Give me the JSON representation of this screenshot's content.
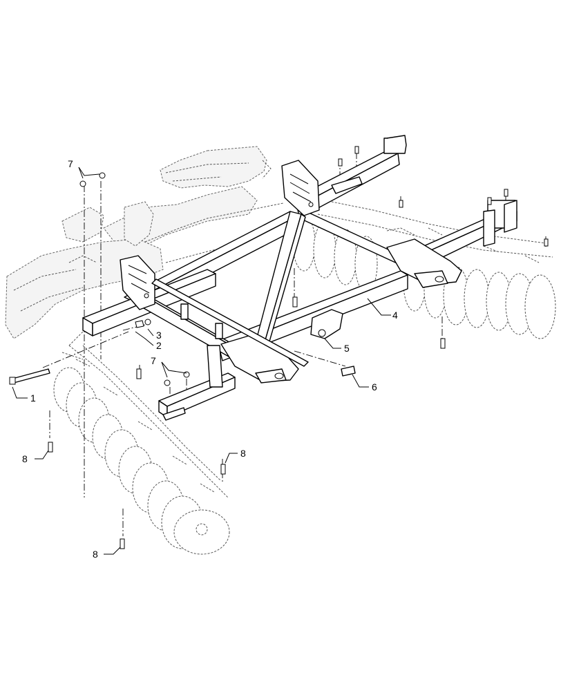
{
  "diagram": {
    "callouts": [
      {
        "key": "c1",
        "label": "1"
      },
      {
        "key": "c2",
        "label": "2"
      },
      {
        "key": "c3",
        "label": "3"
      },
      {
        "key": "c4",
        "label": "4"
      },
      {
        "key": "c5",
        "label": "5"
      },
      {
        "key": "c6",
        "label": "6"
      },
      {
        "key": "c7a",
        "label": "7"
      },
      {
        "key": "c7b",
        "label": "7"
      },
      {
        "key": "c8a",
        "label": "8"
      },
      {
        "key": "c8b",
        "label": "8"
      },
      {
        "key": "c8c",
        "label": "8"
      }
    ]
  }
}
